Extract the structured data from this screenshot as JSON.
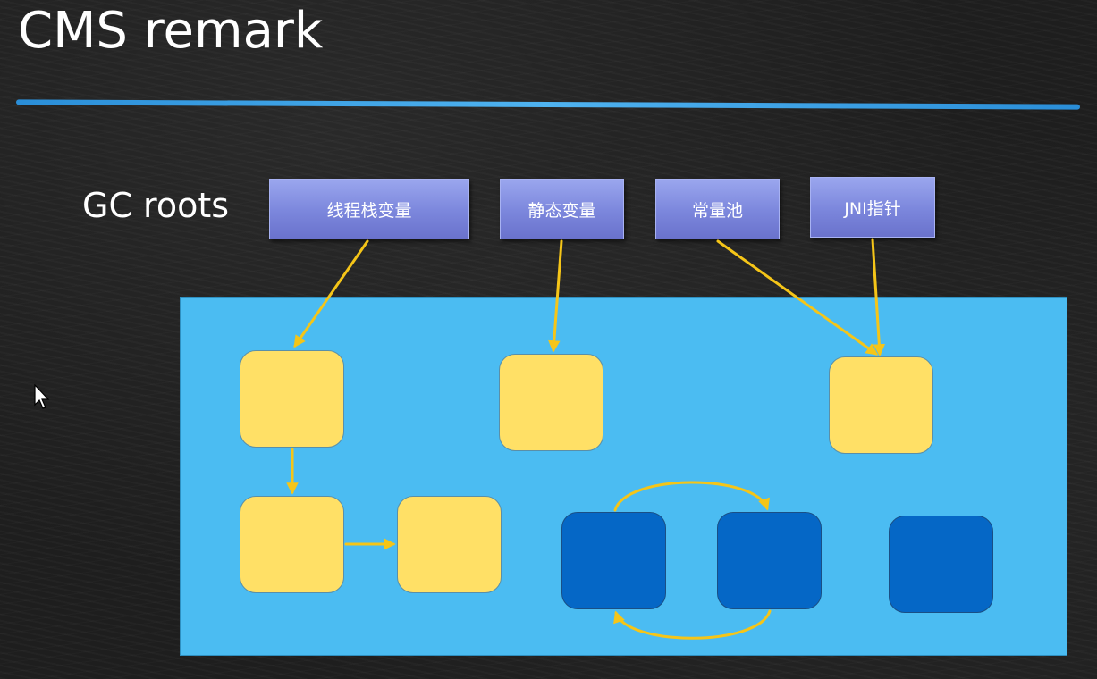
{
  "slide": {
    "title": "CMS remark"
  },
  "gc_roots": {
    "label": "GC roots",
    "items": [
      {
        "label": "线程栈变量"
      },
      {
        "label": "静态变量"
      },
      {
        "label": "常量池"
      },
      {
        "label": "JNI指针"
      }
    ]
  },
  "colors": {
    "background": "#1e1e1e",
    "title_rule": "#2a8ed8",
    "root_box": "#7b86dc",
    "heap": "#4bbcf2",
    "reachable_object": "#ffe066",
    "unreachable_object": "#0567c6",
    "arrow": "#f5c518"
  }
}
